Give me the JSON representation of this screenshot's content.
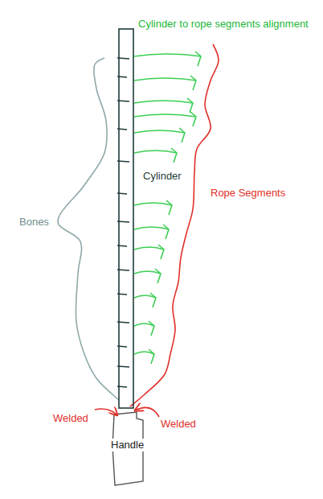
{
  "diagram": {
    "labels": [
      "Cylinder to rope segments alignment",
      "Cylinder",
      "Rope Segments",
      "Bones",
      "Welded",
      "Welded",
      "Handle"
    ]
  }
}
